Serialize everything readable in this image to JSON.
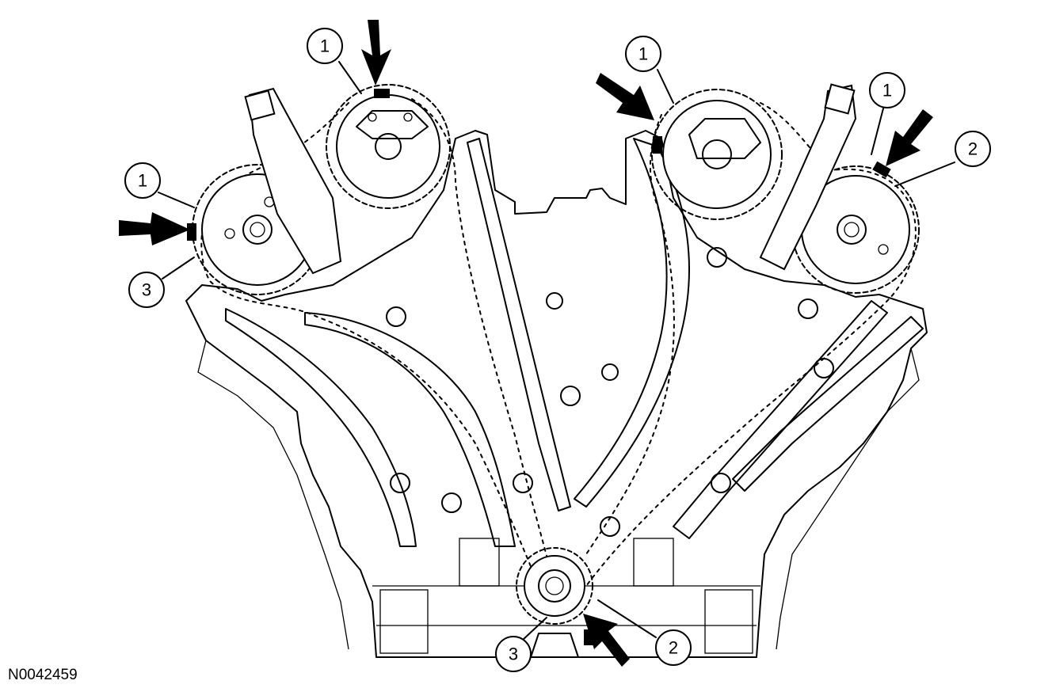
{
  "figure_id": "N0042459",
  "callouts": [
    {
      "id": "c-top-left-1",
      "label": "1"
    },
    {
      "id": "c-left-1",
      "label": "1"
    },
    {
      "id": "c-left-3",
      "label": "3"
    },
    {
      "id": "c-top-right-1",
      "label": "1"
    },
    {
      "id": "c-right-1",
      "label": "1"
    },
    {
      "id": "c-right-2",
      "label": "2"
    },
    {
      "id": "c-bottom-3",
      "label": "3"
    },
    {
      "id": "c-bottom-2",
      "label": "2"
    }
  ],
  "arrows": [
    "top-left",
    "left",
    "top-right",
    "right",
    "bottom"
  ],
  "colors": {
    "ink": "#000000",
    "background": "#ffffff"
  }
}
